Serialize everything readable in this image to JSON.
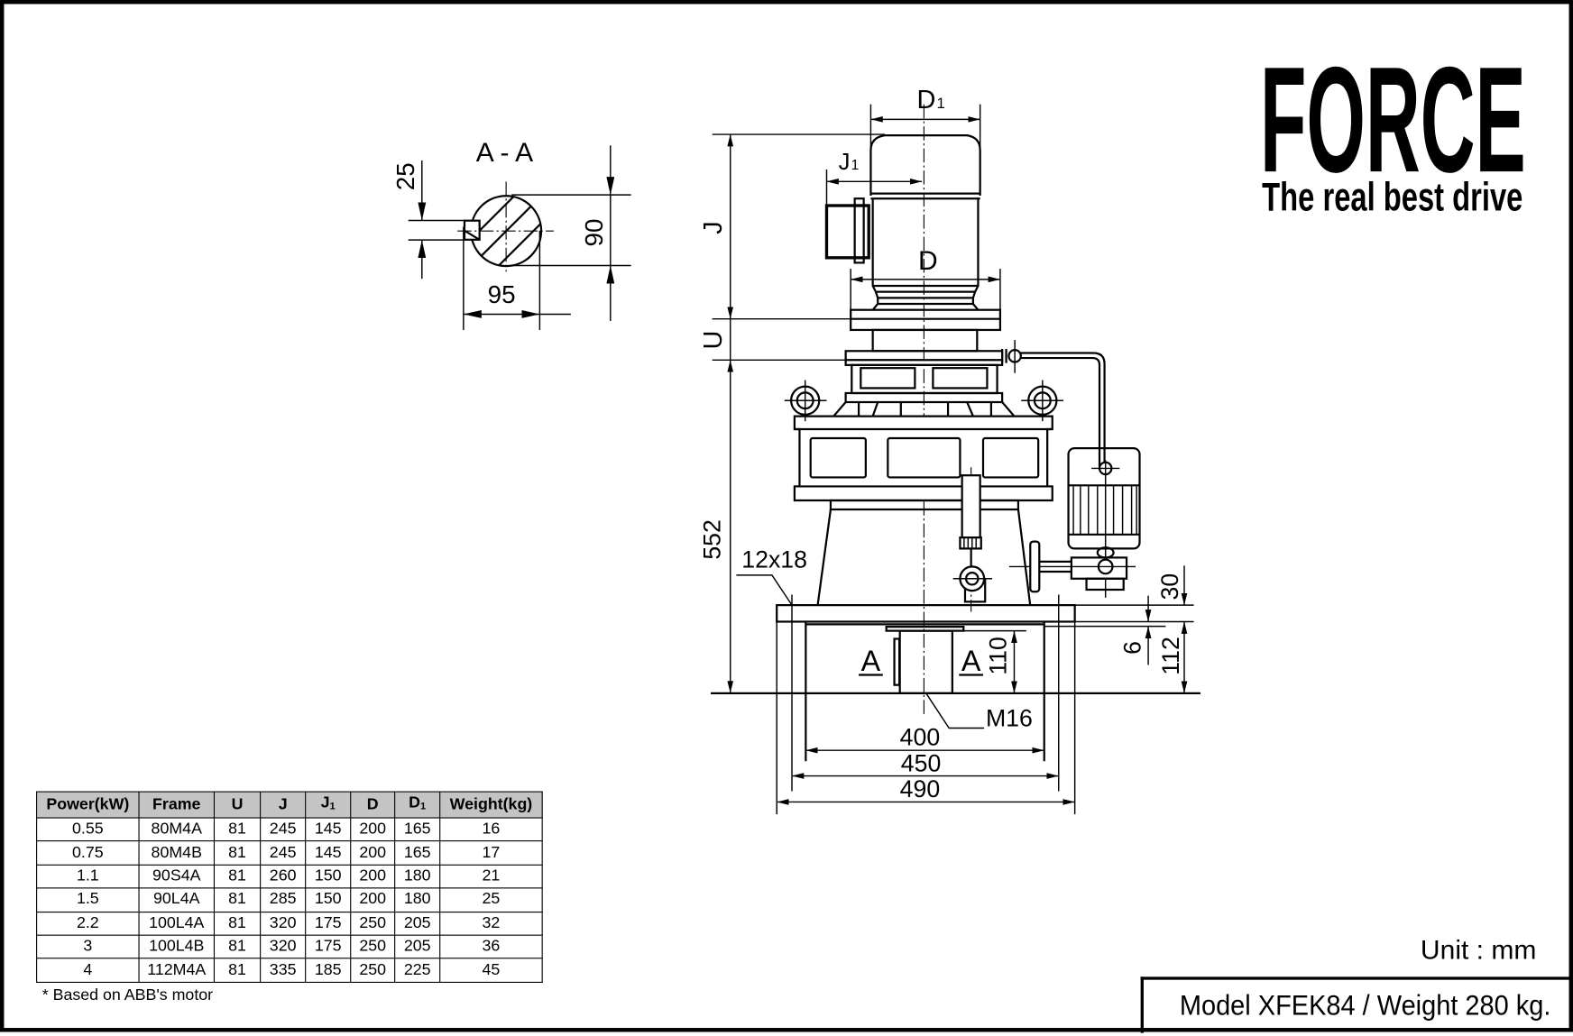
{
  "logo": {
    "brand": "FORCE",
    "tagline": "The real best drive",
    "color": "#0b85f8"
  },
  "section": {
    "title": "A - A",
    "key_width": "25",
    "height": "90",
    "width": "95"
  },
  "drawing": {
    "D1": {
      "main": "D",
      "sub": "1"
    },
    "J1": {
      "main": "J",
      "sub": "1"
    },
    "D": "D",
    "J": "J",
    "U": "U",
    "height_total": "552",
    "bolt_hole": "12x18",
    "plate_thickness": "30",
    "gap": "6",
    "base_height": "112",
    "shaft_height": "110",
    "section_mark_left": "A",
    "section_mark_right": "A",
    "thread": "M16",
    "width_400": "400",
    "width_450": "450",
    "width_490": "490"
  },
  "table": {
    "headers": [
      {
        "main": "Power(kW)"
      },
      {
        "main": "Frame"
      },
      {
        "main": "U"
      },
      {
        "main": "J"
      },
      {
        "main": "J",
        "sub": "1"
      },
      {
        "main": "D"
      },
      {
        "main": "D",
        "sub": "1"
      },
      {
        "main": "Weight(kg)"
      }
    ],
    "rows": [
      [
        "0.55",
        "80M4A",
        "81",
        "245",
        "145",
        "200",
        "165",
        "16"
      ],
      [
        "0.75",
        "80M4B",
        "81",
        "245",
        "145",
        "200",
        "165",
        "17"
      ],
      [
        "1.1",
        "90S4A",
        "81",
        "260",
        "150",
        "200",
        "180",
        "21"
      ],
      [
        "1.5",
        "90L4A",
        "81",
        "285",
        "150",
        "200",
        "180",
        "25"
      ],
      [
        "2.2",
        "100L4A",
        "81",
        "320",
        "175",
        "250",
        "205",
        "32"
      ],
      [
        "3",
        "100L4B",
        "81",
        "320",
        "175",
        "250",
        "205",
        "36"
      ],
      [
        "4",
        "112M4A",
        "81",
        "335",
        "185",
        "250",
        "225",
        "45"
      ]
    ],
    "footnote": "* Based on ABB's motor"
  },
  "unit": "Unit : mm",
  "title_block": "Model XFEK84 / Weight 280 kg."
}
